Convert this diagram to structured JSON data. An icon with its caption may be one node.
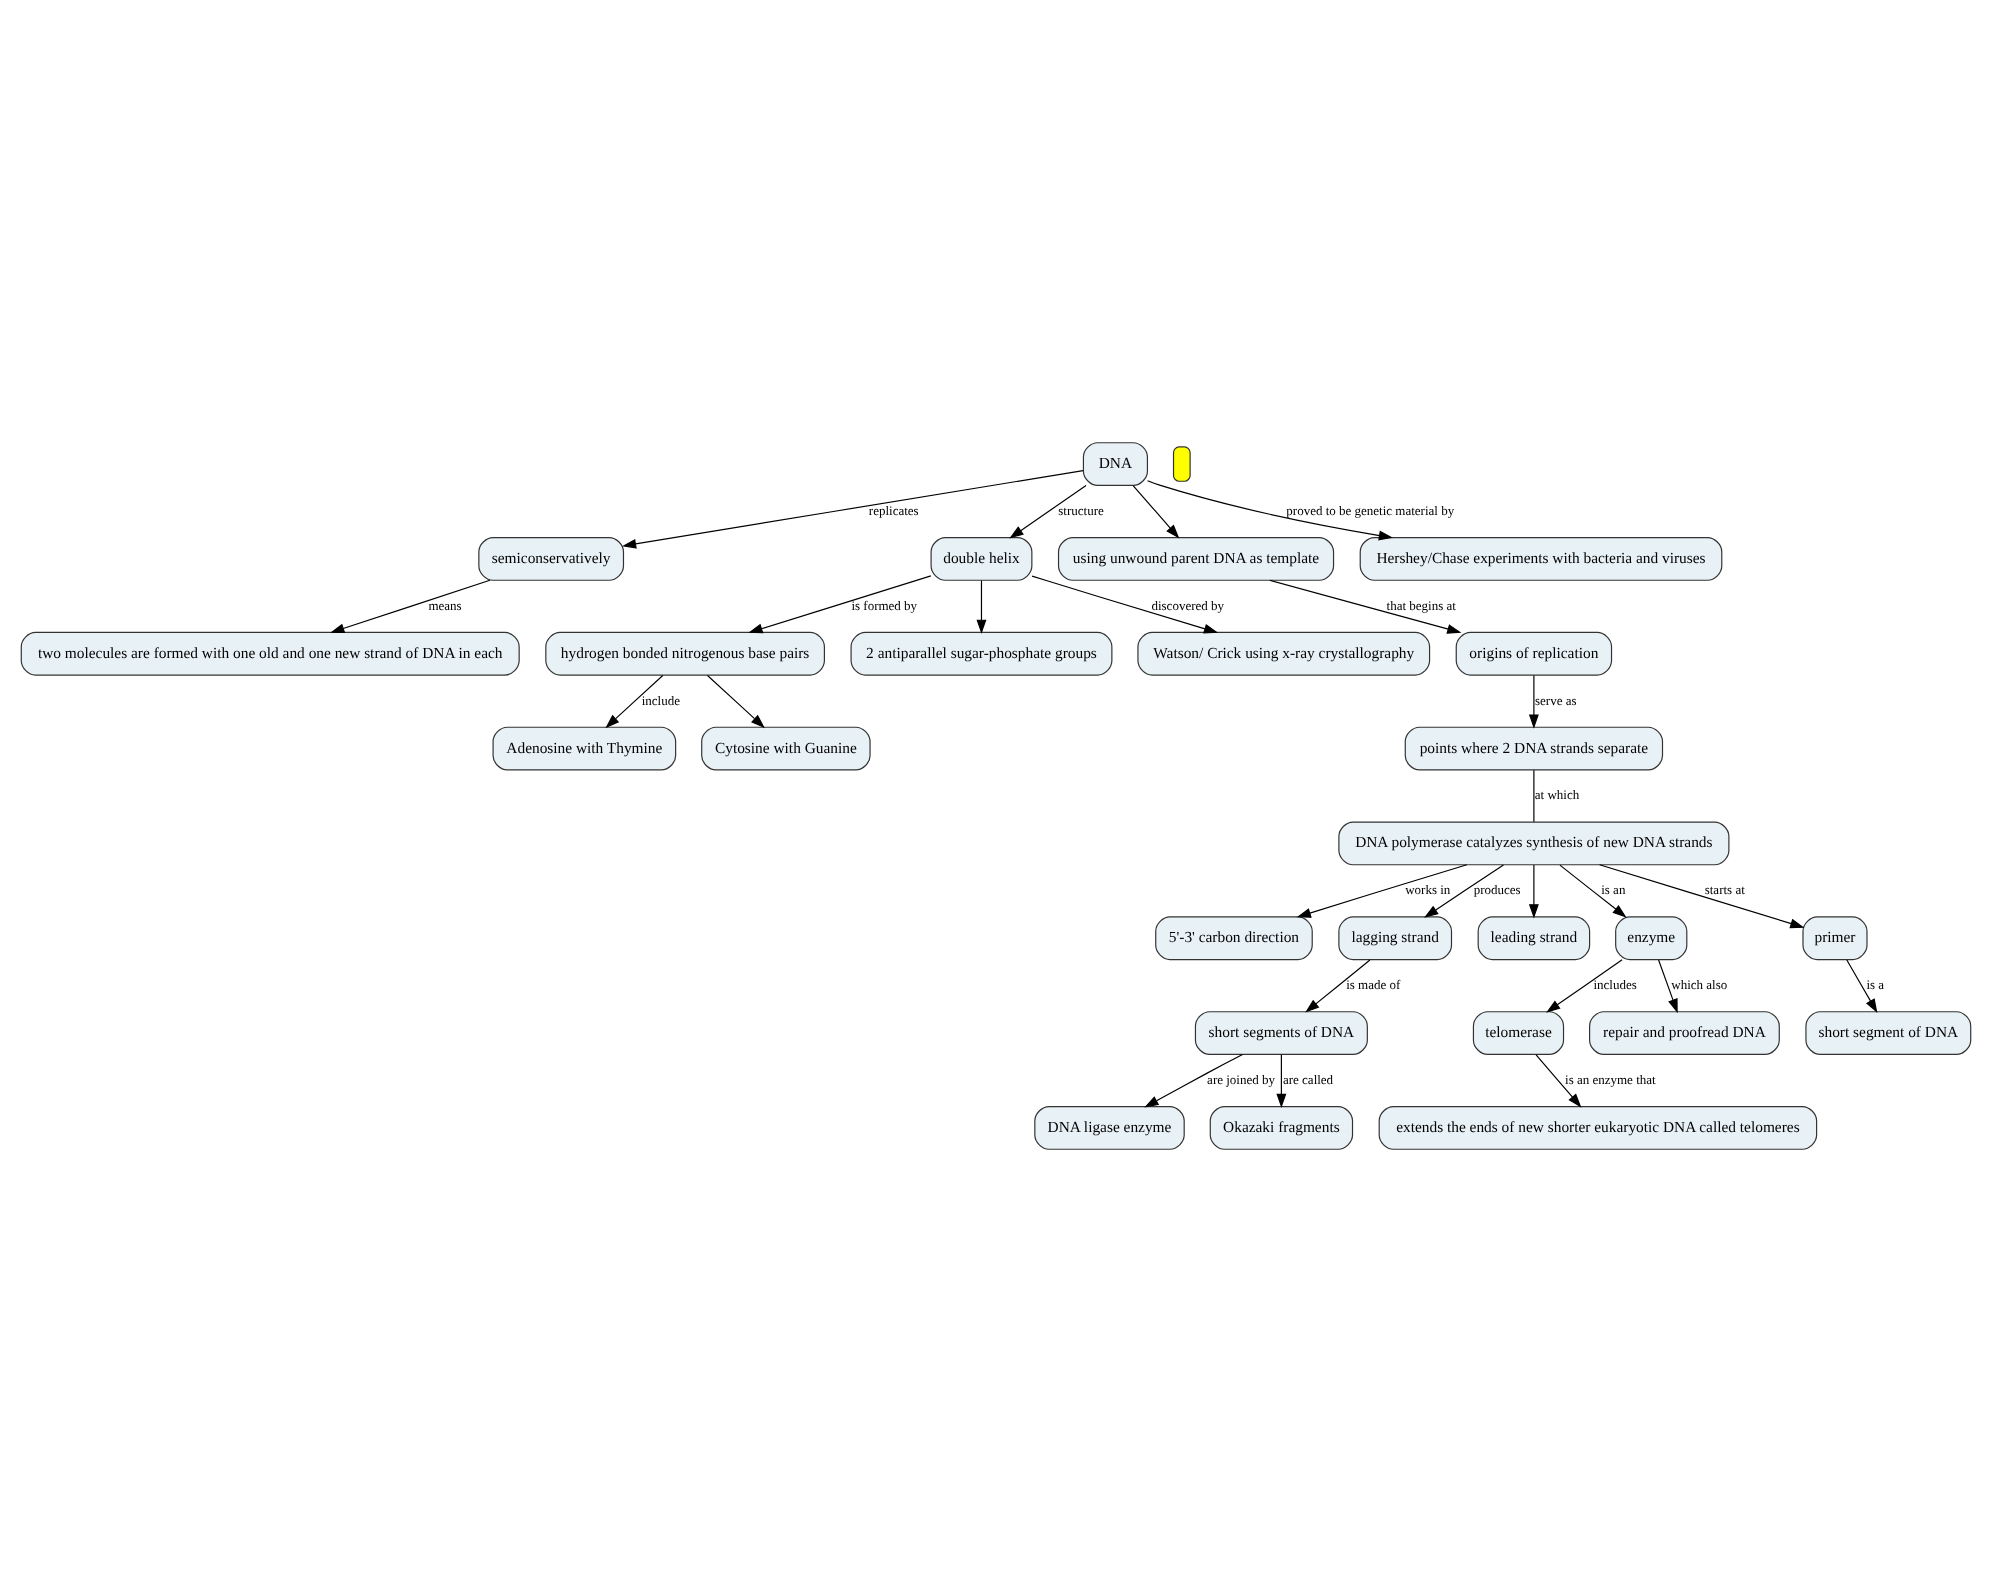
{
  "diagram": {
    "nodes": [
      {
        "text": [
          "Adenosine with Thymine"
        ]
      },
      {
        "text": [
          "Cytosine with Guanine"
        ]
      },
      {
        "text": [
          "hydrogen bonded nitrogenous base pairs"
        ]
      },
      {
        "text": [
          "2 antiparallel sugar-phosphate groups"
        ]
      },
      {
        "text": [
          "semiconservatively"
        ]
      },
      {
        "text": [
          "two molecules are formed with one old and one new strand of DNA in each"
        ]
      },
      {
        "text": [
          "DNA"
        ]
      },
      {
        "text": [
          "double helix"
        ]
      },
      {
        "text": [
          "DNA ligase enzyme"
        ]
      },
      {
        "text": [
          "using unwound parent DNA as template"
        ]
      },
      {
        "text": [
          "Hershey/Chase experiments with bacteria and viruses"
        ]
      },
      {
        "text": [
          "Watson/ Crick using x-ray crystallography"
        ]
      },
      {
        "text": [
          "Okazaki fragments"
        ]
      },
      {
        "text": [
          "short segments of DNA"
        ]
      },
      {
        "text": [
          "origins of replication"
        ]
      },
      {
        "text": [
          "points where 2 DNA strands separate"
        ]
      },
      {
        "text": [
          "5'-3' carbon direction"
        ]
      },
      {
        "text": [
          "lagging strand"
        ]
      },
      {
        "text": [
          "DNA polymerase catalyzes synthesis of new DNA strands"
        ]
      },
      {
        "text": [
          "leading strand"
        ]
      },
      {
        "text": [
          "enzyme"
        ]
      },
      {
        "text": [
          "primer"
        ]
      },
      {
        "text": [
          "telomerase"
        ]
      },
      {
        "text": [
          "repair and proofread DNA"
        ]
      },
      {
        "text": [
          "short segment of DNA"
        ]
      },
      {
        "text": [
          "extends the ends of new shorter eukaryotic DNA called telomeres"
        ]
      },
      {
        "text": [],
        "shape": "box"
      }
    ],
    "edges": [
      {
        "from": 2,
        "to": 0,
        "arrow": "to",
        "label": "include"
      },
      {
        "from": 2,
        "to": 1,
        "arrow": "to"
      },
      {
        "from": 4,
        "to": 5,
        "arrow": "to",
        "label": "means"
      },
      {
        "from": 6,
        "to": 4,
        "arrow": "to",
        "label": "replicates"
      },
      {
        "from": 6,
        "to": 9,
        "arrow": "to"
      },
      {
        "from": 6,
        "to": 7,
        "arrow": "to",
        "label": "structure"
      },
      {
        "from": 6,
        "to": 10,
        "arrow": "to",
        "label": "proved to be genetic material by"
      },
      {
        "from": 7,
        "to": 2,
        "arrow": "to",
        "label": "is formed by"
      },
      {
        "from": 7,
        "to": 3,
        "arrow": "to"
      },
      {
        "from": 7,
        "to": 11,
        "arrow": "to",
        "label": "discovered by"
      },
      {
        "from": 9,
        "to": 14,
        "arrow": "to",
        "label": "that begins at"
      },
      {
        "from": 14,
        "to": 15,
        "arrow": "to",
        "label": "serve as"
      },
      {
        "from": 15,
        "to": 18,
        "arrow": "none",
        "label": "at which"
      },
      {
        "from": 18,
        "to": 16,
        "arrow": "to",
        "label": "works in"
      },
      {
        "from": 18,
        "to": 17,
        "arrow": "to",
        "label": "produces"
      },
      {
        "from": 18,
        "to": 19,
        "arrow": "to"
      },
      {
        "from": 18,
        "to": 20,
        "arrow": "to",
        "label": "is an"
      },
      {
        "from": 18,
        "to": 21,
        "arrow": "to",
        "label": "starts at"
      },
      {
        "from": 17,
        "to": 13,
        "arrow": "to",
        "label": "is made of"
      },
      {
        "from": 13,
        "to": 12,
        "arrow": "to",
        "label": "are called"
      },
      {
        "from": 13,
        "to": 8,
        "arrow": "to",
        "label": "are joined by"
      },
      {
        "from": 21,
        "to": 24,
        "arrow": "to",
        "label": "is a"
      },
      {
        "from": 20,
        "to": 22,
        "arrow": "to",
        "label": "includes"
      },
      {
        "from": 20,
        "to": 23,
        "arrow": "to",
        "label": "which also"
      },
      {
        "from": 22,
        "to": 25,
        "arrow": "to",
        "label": "is an enzyme that"
      }
    ]
  }
}
